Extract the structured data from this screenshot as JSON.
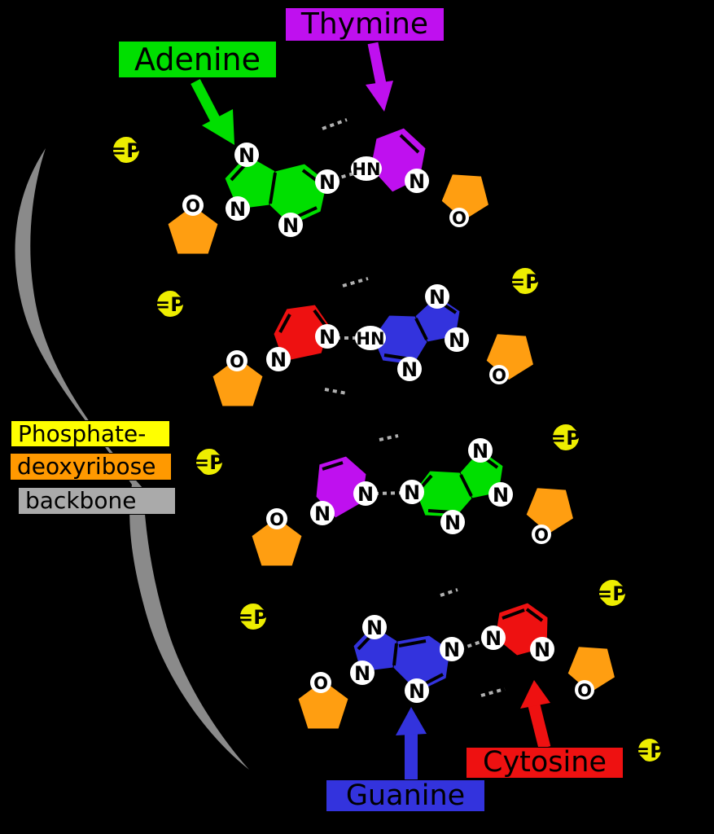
{
  "title": "DNA base pairing and phosphate-deoxyribose backbone diagram",
  "labels": {
    "adenine": "Adenine",
    "thymine": "Thymine",
    "guanine": "Guanine",
    "cytosine": "Cytosine",
    "backbone_line1": "Phosphate-",
    "backbone_line2": "deoxyribose",
    "backbone_line3": "backbone"
  },
  "atoms": {
    "nitrogen": "N",
    "nh": "HN",
    "oxygen": "O",
    "phosphorus": "P",
    "double_bond": "="
  },
  "base_pairs": [
    {
      "row": 1,
      "left": "Adenine",
      "right": "Thymine"
    },
    {
      "row": 2,
      "left": "Cytosine",
      "right": "Guanine"
    },
    {
      "row": 3,
      "left": "Thymine",
      "right": "Adenine"
    },
    {
      "row": 4,
      "left": "Guanine",
      "right": "Cytosine"
    }
  ],
  "colors": {
    "background": "#000000",
    "adenine": "#00DF00",
    "thymine": "#BF10EF",
    "guanine": "#3333DD",
    "cytosine": "#EE1111",
    "sugar": "#FF9E11",
    "phosphate": "#EDED00",
    "phosphate_label_bg": "#FFFF00",
    "deoxyribose_label_bg": "#FF9900",
    "backbone_label_bg": "#AAAAAA",
    "brace": "#8A8A8A",
    "hbond": "#B0B0B0",
    "atom_circle": "#FFFFFF"
  }
}
